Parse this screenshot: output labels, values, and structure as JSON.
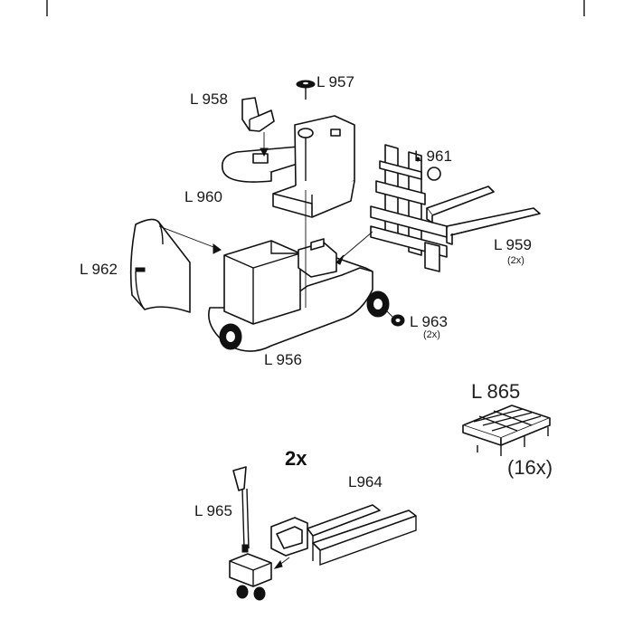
{
  "labels": {
    "l956": "L 956",
    "l957": "L 957",
    "l958": "L 958",
    "l959": "L 959",
    "l959_qty": "(2x)",
    "l960": "L 960",
    "l961": "L 961",
    "l962": "L 962",
    "l963": "L 963",
    "l963_qty": "(2x)",
    "l865": "L 865",
    "l865_qty": "(16x)",
    "l964": "L964",
    "l965": "L 965",
    "pallet_truck_qty": "2x"
  },
  "colors": {
    "ink": "#111111",
    "paper": "#ffffff"
  }
}
